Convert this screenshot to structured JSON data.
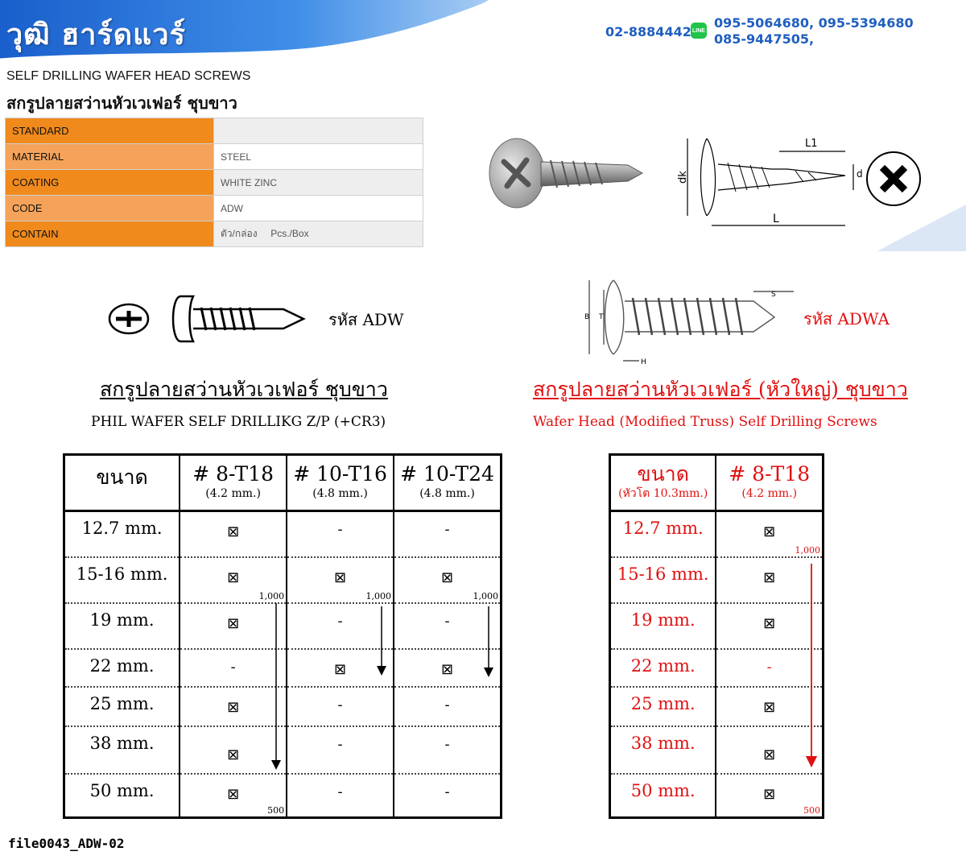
{
  "header": {
    "brand": "วุฒิ ฮาร์ดแวร์",
    "phone": "02-8884442",
    "mobile_line1": "095-5064680, 095-5394680",
    "mobile_line2": "085-9447505,",
    "line_icon": "line-app-icon",
    "colors": {
      "banner": "#1f6fd1",
      "contact_text": "#1f5fbf",
      "line_green": "#22c34a"
    }
  },
  "title": {
    "en": "SELF DRILLING WAFER HEAD SCREWS",
    "th": "สกรูปลายสว่านหัวเวเฟอร์ ชุบขาว"
  },
  "spec": [
    {
      "label": "STANDARD",
      "value": ""
    },
    {
      "label": "MATERIAL",
      "value": "STEEL"
    },
    {
      "label": "COATING",
      "value": "WHITE ZINC"
    },
    {
      "label": "CODE",
      "value": "ADW"
    },
    {
      "label": "CONTAIN",
      "value": "ตัว/กล่อง     Pcs./Box"
    }
  ],
  "diagram_labels": {
    "l1": "L1",
    "d": "d",
    "dk": "dk",
    "l": "L",
    "b": "B",
    "t": "T",
    "s": "S",
    "h": "H"
  },
  "left_section": {
    "code_label": "รหัส ADW",
    "title": "สกรูปลายสว่านหัวเวเฟอร์ ชุบขาว",
    "subtitle": "PHIL WAFER SELF DRILLIKG  Z/P (+CR3)",
    "table": {
      "size_header": "ขนาด",
      "columns": [
        {
          "name": "# 8-T18",
          "sub": "(4.2 mm.)"
        },
        {
          "name": "# 10-T16",
          "sub": "(4.8 mm.)"
        },
        {
          "name": "# 10-T24",
          "sub": "(4.8 mm.)"
        }
      ],
      "rows": [
        {
          "size": "12.7 mm.",
          "cells": [
            "⊠",
            "-",
            "-"
          ]
        },
        {
          "size": "15-16 mm.",
          "cells": [
            "⊠",
            "⊠",
            "⊠"
          ]
        },
        {
          "size": "19 mm.",
          "cells": [
            "⊠",
            "-",
            "-"
          ]
        },
        {
          "size": "22 mm.",
          "cells": [
            "-",
            "⊠",
            "⊠"
          ]
        },
        {
          "size": "25 mm.",
          "cells": [
            "⊠",
            "-",
            "-"
          ]
        },
        {
          "size": "38 mm.",
          "cells": [
            "⊠",
            "-",
            "-"
          ]
        },
        {
          "size": "50 mm.",
          "cells": [
            "⊠",
            "-",
            "-"
          ]
        }
      ],
      "box_notes": {
        "c1_top": "1,000",
        "c1_bottom": "500",
        "c2_top": "1,000",
        "c3_top": "1,000"
      }
    }
  },
  "right_section": {
    "code_label": "รหัส ADWA",
    "title": "สกรูปลายสว่านหัวเวเฟอร์ (หัวใหญ่) ชุบขาว",
    "subtitle": "Wafer Head (Modified Truss) Self Drilling Screws",
    "color": "#e01010",
    "table": {
      "size_header": "ขนาด",
      "size_sub": "(หัวโต 10.3mm.)",
      "columns": [
        {
          "name": "# 8-T18",
          "sub": "(4.2 mm.)"
        }
      ],
      "rows": [
        {
          "size": "12.7 mm.",
          "cells": [
            "⊠"
          ]
        },
        {
          "size": "15-16 mm.",
          "cells": [
            "⊠"
          ]
        },
        {
          "size": "19 mm.",
          "cells": [
            "⊠"
          ]
        },
        {
          "size": "22 mm.",
          "cells": [
            "-"
          ]
        },
        {
          "size": "25 mm.",
          "cells": [
            "⊠"
          ]
        },
        {
          "size": "38 mm.",
          "cells": [
            "⊠"
          ]
        },
        {
          "size": "50 mm.",
          "cells": [
            "⊠"
          ]
        }
      ],
      "box_notes": {
        "top": "1,000",
        "bottom": "500"
      }
    }
  },
  "footer": {
    "filename": "file0043_ADW-02"
  }
}
